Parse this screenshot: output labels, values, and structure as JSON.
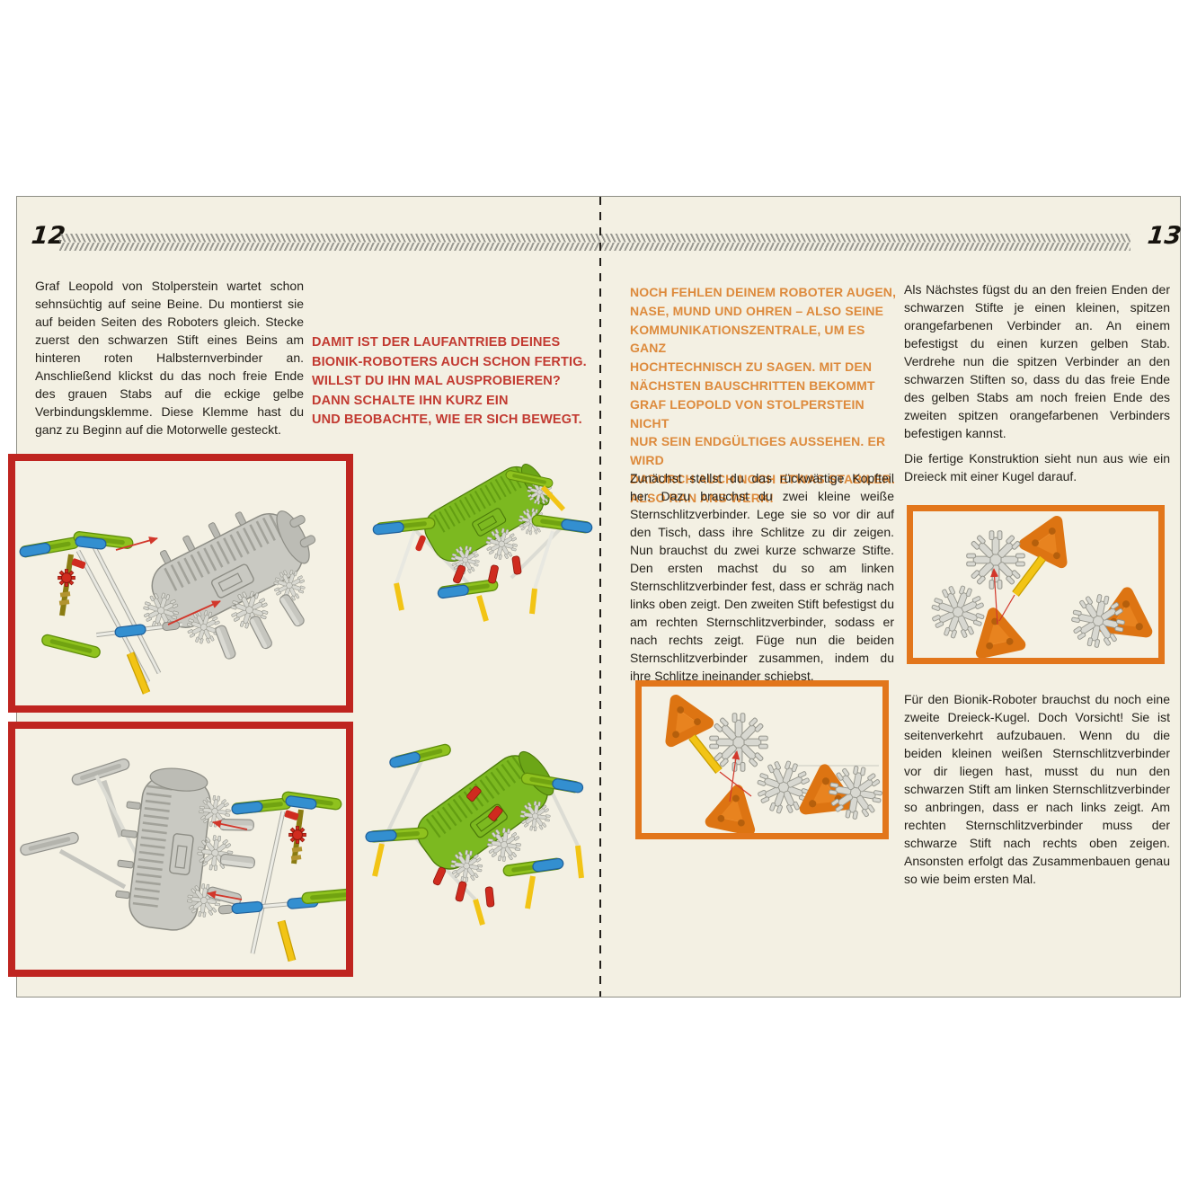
{
  "spread": {
    "left_page_number": "12",
    "right_page_number": "13",
    "colors": {
      "paper": "#f3f0e3",
      "red_accent_text": "#c23a31",
      "orange_accent_text": "#dd8a3c",
      "red_frame": "#bf2520",
      "orange_frame": "#e2761b",
      "body_text": "#221f19",
      "tread_band": "#8b8b85"
    }
  },
  "left_page": {
    "intro_paragraph": "Graf Leopold von Stolperstein wartet schon sehnsüchtig auf seine Beine. Du montierst sie auf beiden Seiten des Roboters gleich. Stecke zuerst den schwarzen Stift eines Beins am hinteren roten Halbsternverbinder an. Anschließend klickst du das noch freie Ende des grauen Stabs auf die eckige gelbe Verbindungsklemme. Diese Klemme hast du ganz zu Beginn auf die Motorwelle gesteckt.",
    "red_callout_lines": [
      "DAMIT IST DER LAUFANTRIEB DEINES",
      "BIONIK-ROBOTERS AUCH SCHON FERTIG.",
      "WILLST DU IHN MAL AUSPROBIEREN?",
      "DANN SCHALTE IHN KURZ EIN",
      "UND BEOBACHTE, WIE ER SICH BEWEGT."
    ],
    "figures": [
      {
        "name": "leg-attachment-step-rear",
        "frame": "red"
      },
      {
        "name": "assembled-robot-colored-view-1",
        "frame": "none"
      },
      {
        "name": "leg-attachment-step-side",
        "frame": "red"
      },
      {
        "name": "assembled-robot-colored-view-2",
        "frame": "none"
      }
    ]
  },
  "right_page": {
    "orange_callout_lines": [
      "NOCH FEHLEN DEINEM ROBOTER AUGEN,",
      "NASE, MUND UND OHREN – ALSO SEINE",
      "KOMMUNIKATIONSZENTRALE, UM ES GANZ",
      "HOCHTECHNISCH ZU SAGEN. MIT DEN",
      "NÄCHSTEN BAUSCHRITTEN BEKOMMT",
      "GRAF LEOPOLD VON STOLPERSTEIN NICHT",
      "NUR SEIN ENDGÜLTIGES AUSSEHEN. ER WIRD",
      "DADURCH AUCH NOCH ETWAS STABILER.",
      "ALSO RAN ANS WERK!"
    ],
    "col1_paragraph": "Zunächst stellst du das rückwärtige Kopfteil her. Dazu brauchst du zwei kleine weiße Sternschlitzverbinder. Lege sie so vor dir auf den Tisch, dass ihre Schlitze zu dir zeigen. Nun brauchst du zwei kurze schwarze Stifte. Den ersten machst du so am linken Sternschlitzverbinder fest, dass er schräg nach links oben zeigt. Den zweiten Stift befestigst du am rechten Sternschlitzverbinder, sodass er nach rechts zeigt. Füge nun die beiden Sternschlitzverbinder zusammen, indem du ihre Schlitze ineinander schiebst.",
    "col2_paragraph_1": "Als Nächstes fügst du an den freien Enden der schwarzen Stifte je einen kleinen, spitzen orangefarbenen Verbinder an. An einem befestigst du einen kurzen gelben Stab. Verdrehe nun die spitzen Verbinder an den schwarzen Stiften so, dass du das freie Ende des gelben Stabs am noch freien Ende des zweiten spitzen orangefarbenen Verbinders befestigen kannst.",
    "col2_paragraph_2": "Die fertige Konstruktion sieht nun aus wie ein Dreieck mit einer Kugel darauf.",
    "col2_paragraph_3": "Für den Bionik-Roboter brauchst du noch eine zweite Dreieck-Kugel. Doch Vorsicht! Sie ist seitenverkehrt aufzubauen. Wenn du die beiden kleinen weißen Sternschlitzverbinder vor dir liegen hast, musst du nun den schwarzen Stift am linken Sternschlitzverbinder so anbringen, dass er nach links zeigt. Am rechten Sternschlitzverbinder muss der schwarze Stift nach rechts oben zeigen. Ansonsten erfolgt das Zusammenbauen genau so wie beim ersten Mal.",
    "figures": [
      {
        "name": "triangle-ball-assembly-step",
        "frame": "orange"
      },
      {
        "name": "triangle-ball-assembly-mirrored-step",
        "frame": "orange"
      }
    ]
  }
}
